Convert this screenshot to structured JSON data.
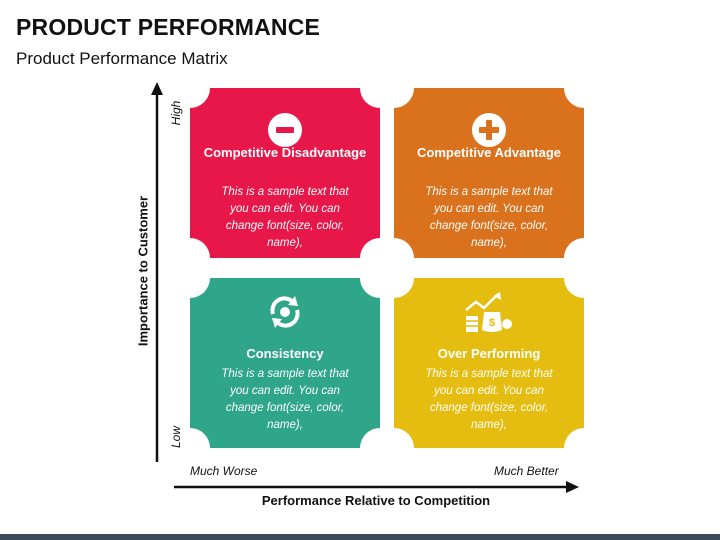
{
  "header": {
    "title": "PRODUCT PERFORMANCE",
    "subtitle": "Product Performance Matrix"
  },
  "axes": {
    "y_label": "Importance to Customer",
    "y_high": "High",
    "y_low": "Low",
    "x_label": "Performance Relative to Competition",
    "x_low": "Much Worse",
    "x_high": "Much Better"
  },
  "quadrants": [
    {
      "title": "Competitive Disadvantage",
      "text": "This is a sample text that you can edit. You can change font(size, color, name),",
      "color": "#e8174a",
      "icon": "minus-circle-icon"
    },
    {
      "title": "Competitive Advantage",
      "text": "This is a sample text that you can edit. You can change font(size, color, name),",
      "color": "#d9711d",
      "icon": "plus-circle-icon"
    },
    {
      "title": "Consistency",
      "text": "This is a sample text that you can edit. You can change font(size, color, name),",
      "color": "#2fa58a",
      "icon": "refresh-cycle-icon"
    },
    {
      "title": "Over Performing",
      "text": "This is a sample text that you can edit. You can change font(size, color, name),",
      "color": "#e5bd10",
      "icon": "money-growth-icon"
    }
  ]
}
